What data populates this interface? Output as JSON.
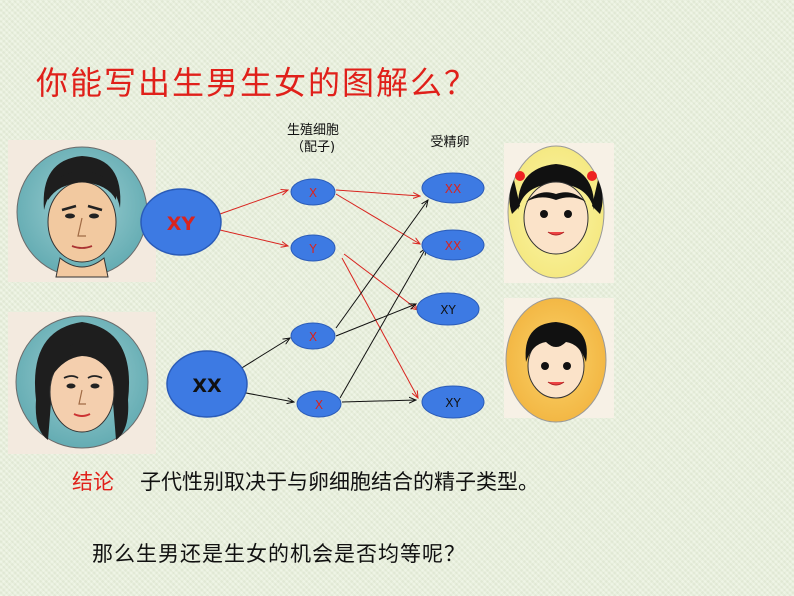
{
  "title": "你能写出生男生女的图解么？",
  "labels": {
    "gametes_line1": "生殖细胞",
    "gametes_line2": "（配子)",
    "zygote": "受精卵"
  },
  "parents": {
    "father": "XY",
    "mother": "XX"
  },
  "gametes": [
    "X",
    "Y",
    "X",
    "X"
  ],
  "zygotes": [
    "XX",
    "XX",
    "XY",
    "XY"
  ],
  "conclusion": {
    "label": "结论",
    "text": "子代性别取决于与卵细胞结合的精子类型。"
  },
  "question": "那么生男还是生女的机会是否均等呢？",
  "colors": {
    "title_red": "#e0201a",
    "oval_blue": "#3d7ae3",
    "oval_stroke": "#2a5bb8",
    "arrow_red": "#d9241f",
    "arrow_black": "#111111"
  }
}
